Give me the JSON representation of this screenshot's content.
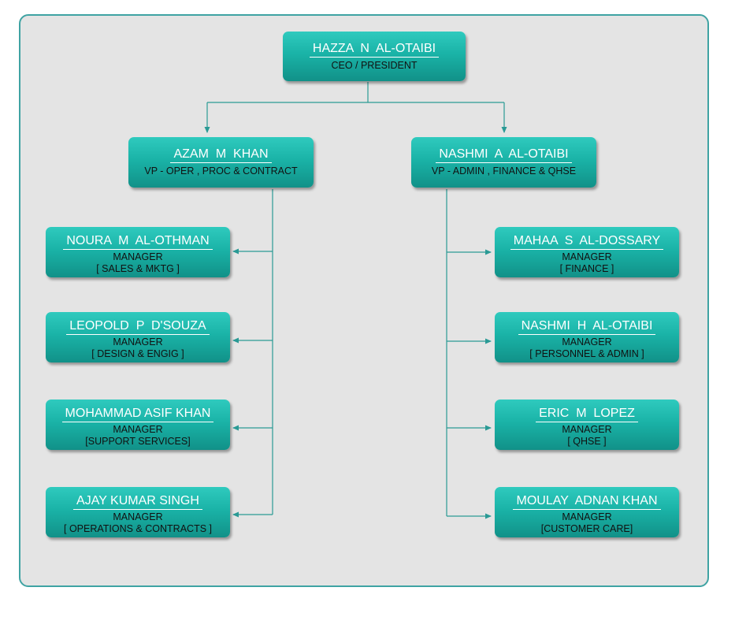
{
  "ceo": {
    "name": "HAZZA  N  AL-OTAIBI",
    "title": "CEO / PRESIDENT"
  },
  "vp_left": {
    "name": "AZAM  M  KHAN",
    "title": "VP - OPER , PROC & CONTRACT"
  },
  "vp_right": {
    "name": "NASHMI  A  AL-OTAIBI",
    "title": "VP - ADMIN , FINANCE & QHSE"
  },
  "left_managers": [
    {
      "name": "NOURA  M  AL-OTHMAN",
      "title": "MANAGER",
      "dept": "[ SALES & MKTG ]"
    },
    {
      "name": "LEOPOLD  P  D'SOUZA",
      "title": "MANAGER",
      "dept": "[ DESIGN & ENGIG ]"
    },
    {
      "name": "MOHAMMAD ASIF KHAN",
      "title": "MANAGER",
      "dept": "[SUPPORT SERVICES]"
    },
    {
      "name": "AJAY KUMAR SINGH",
      "title": "MANAGER",
      "dept": "[ OPERATIONS & CONTRACTS ]"
    }
  ],
  "right_managers": [
    {
      "name": "MAHAA  S  AL-DOSSARY",
      "title": "MANAGER",
      "dept": "[ FINANCE ]"
    },
    {
      "name": "NASHMI  H  AL-OTAIBI",
      "title": "MANAGER",
      "dept": "[ PERSONNEL & ADMIN ]"
    },
    {
      "name": "ERIC  M  LOPEZ",
      "title": "MANAGER",
      "dept": "[ QHSE ]"
    },
    {
      "name": "MOULAY  ADNAN KHAN",
      "title": "MANAGER",
      "dept": "[CUSTOMER  CARE]"
    }
  ],
  "colors": {
    "connector": "#2a9a95",
    "box_top": "#2fcabe",
    "box_bottom": "#119188",
    "frame": "#3fa3a3"
  }
}
